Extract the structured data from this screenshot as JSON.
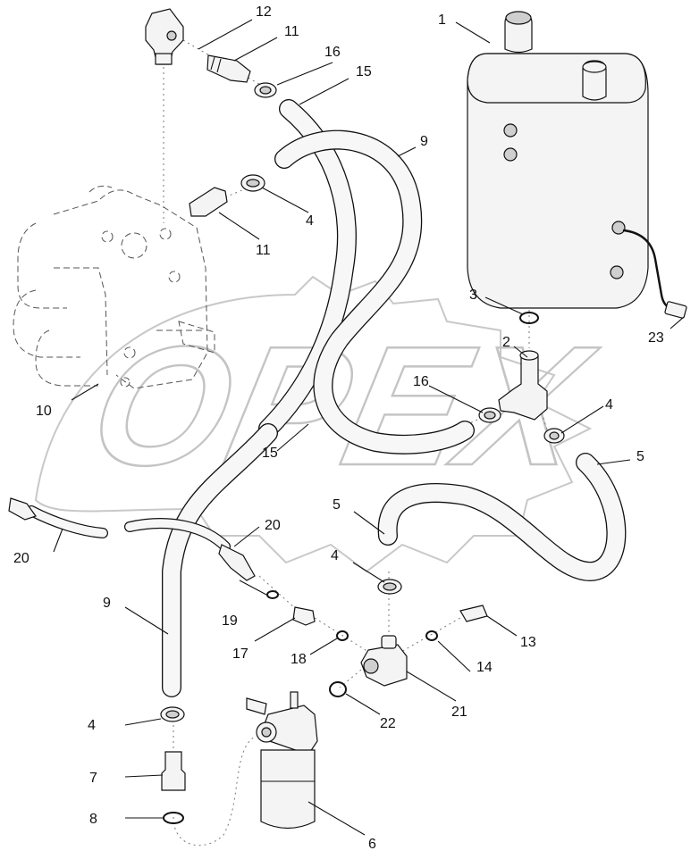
{
  "watermark": "OPEX",
  "callouts": [
    {
      "id": "c1",
      "text": "1"
    },
    {
      "id": "c2",
      "text": "2"
    },
    {
      "id": "c3",
      "text": "3"
    },
    {
      "id": "c4a",
      "text": "4"
    },
    {
      "id": "c4b",
      "text": "4"
    },
    {
      "id": "c4c",
      "text": "4"
    },
    {
      "id": "c4d",
      "text": "4"
    },
    {
      "id": "c5a",
      "text": "5"
    },
    {
      "id": "c5b",
      "text": "5"
    },
    {
      "id": "c6",
      "text": "6"
    },
    {
      "id": "c7",
      "text": "7"
    },
    {
      "id": "c8",
      "text": "8"
    },
    {
      "id": "c9a",
      "text": "9"
    },
    {
      "id": "c9b",
      "text": "9"
    },
    {
      "id": "c10",
      "text": "10"
    },
    {
      "id": "c11a",
      "text": "11"
    },
    {
      "id": "c11b",
      "text": "11"
    },
    {
      "id": "c12",
      "text": "12"
    },
    {
      "id": "c13",
      "text": "13"
    },
    {
      "id": "c14",
      "text": "14"
    },
    {
      "id": "c15a",
      "text": "15"
    },
    {
      "id": "c15b",
      "text": "15"
    },
    {
      "id": "c16a",
      "text": "16"
    },
    {
      "id": "c16b",
      "text": "16"
    },
    {
      "id": "c17",
      "text": "17"
    },
    {
      "id": "c18",
      "text": "18"
    },
    {
      "id": "c19",
      "text": "19"
    },
    {
      "id": "c20a",
      "text": "20"
    },
    {
      "id": "c20b",
      "text": "20"
    },
    {
      "id": "c21",
      "text": "21"
    },
    {
      "id": "c22",
      "text": "22"
    },
    {
      "id": "c23",
      "text": "23"
    }
  ]
}
